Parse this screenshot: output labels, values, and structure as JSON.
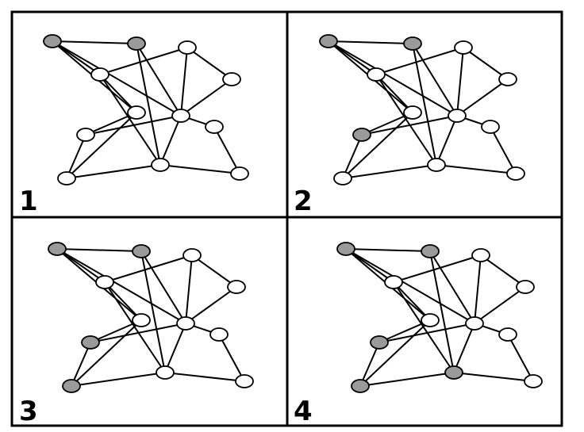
{
  "colors": {
    "node_fill": "#ffffff",
    "highlight_fill": "#9a9a9a",
    "stroke": "#000000",
    "background": "#ffffff"
  },
  "graph": {
    "node_count": 12,
    "edges": [
      [
        0,
        1
      ],
      [
        0,
        2
      ],
      [
        0,
        5
      ],
      [
        0,
        6
      ],
      [
        1,
        2
      ],
      [
        1,
        7
      ],
      [
        1,
        9
      ],
      [
        2,
        3
      ],
      [
        2,
        4
      ],
      [
        3,
        4
      ],
      [
        3,
        6
      ],
      [
        4,
        9
      ],
      [
        5,
        6
      ],
      [
        5,
        9
      ],
      [
        6,
        7
      ],
      [
        6,
        8
      ],
      [
        6,
        9
      ],
      [
        6,
        10
      ],
      [
        7,
        8
      ],
      [
        9,
        11
      ],
      [
        10,
        11
      ]
    ]
  },
  "panels": [
    {
      "label": "1",
      "highlighted": [
        0,
        5
      ]
    },
    {
      "label": "2",
      "highlighted": [
        0,
        3,
        5
      ]
    },
    {
      "label": "3",
      "highlighted": [
        0,
        3,
        4,
        5
      ]
    },
    {
      "label": "4",
      "highlighted": [
        0,
        3,
        4,
        5,
        9
      ]
    }
  ]
}
